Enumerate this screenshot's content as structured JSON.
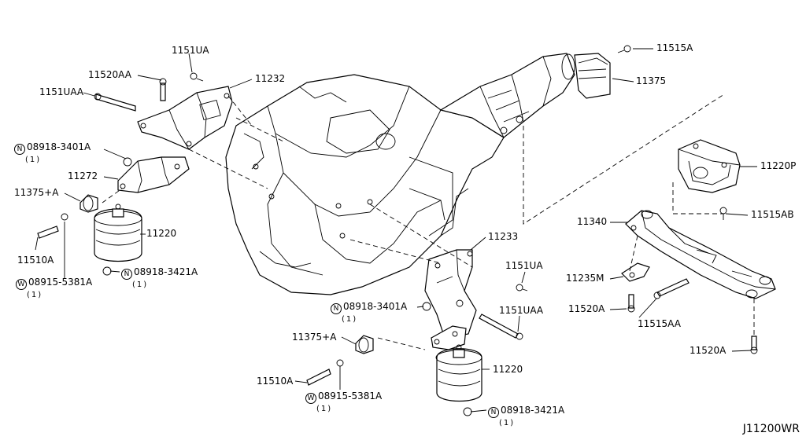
{
  "diagram_id": "J11200WR",
  "callouts": {
    "c_1151UA_top": "1151UA",
    "c_11520AA": "11520AA",
    "c_1151UAA_top": "1151UAA",
    "c_11232": "11232",
    "c_08918_3401A_top": "08918-3401A",
    "c_08918_3401A_top_qty": "(1)",
    "c_11272": "11272",
    "c_11375A_top": "11375+A",
    "c_11220_top": "11220",
    "c_11510A_top": "11510A",
    "c_08918_3421A_top": "08918-3421A",
    "c_08918_3421A_top_qty": "(1)",
    "c_08915_5381A_top": "08915-5381A",
    "c_08915_5381A_top_qty": "(1)",
    "c_11515A": "11515A",
    "c_11375": "11375",
    "c_11220P": "11220P",
    "c_11515AB": "11515AB",
    "c_11340": "11340",
    "c_11235M": "11235M",
    "c_11520A_mid": "11520A",
    "c_11515AA": "11515AA",
    "c_11520A_low": "11520A",
    "c_11233": "11233",
    "c_1151UA_mid": "1151UA",
    "c_08918_3401A_mid": "08918-3401A",
    "c_08918_3401A_mid_qty": "(1)",
    "c_1151UAA_mid": "1151UAA",
    "c_11375A_low": "11375+A",
    "c_11220_low": "11220",
    "c_11510A_low": "11510A",
    "c_08915_5381A_low": "08915-5381A",
    "c_08915_5381A_low_qty": "(1)",
    "c_08918_3421A_low": "08918-3421A",
    "c_08918_3421A_low_qty": "(1)"
  },
  "symbols": {
    "nut_marker": "N",
    "washer_marker": "W"
  }
}
